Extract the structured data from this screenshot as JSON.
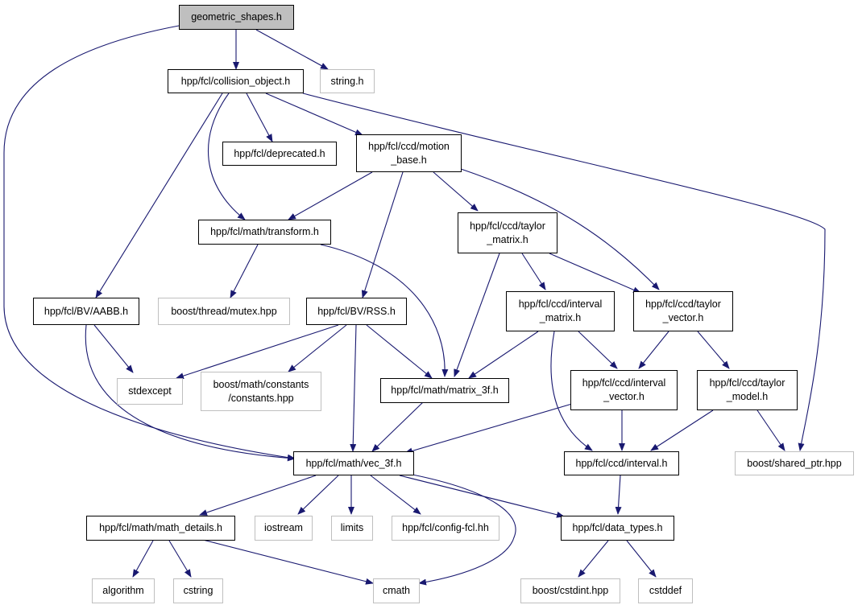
{
  "colors": {
    "edge": "#191970",
    "external_border": "#bfbfbf",
    "root_fill": "#bfbfbf"
  },
  "nodes": {
    "geometric_shapes": "geometric_shapes.h",
    "collision_object": "hpp/fcl/collision_object.h",
    "string_h": "string.h",
    "deprecated": "hpp/fcl/deprecated.h",
    "motion_base": "hpp/fcl/ccd/motion\n_base.h",
    "transform": "hpp/fcl/math/transform.h",
    "taylor_matrix": "hpp/fcl/ccd/taylor\n_matrix.h",
    "boost_mutex": "boost/thread/mutex.hpp",
    "aabb": "hpp/fcl/BV/AABB.h",
    "rss": "hpp/fcl/BV/RSS.h",
    "interval_matrix": "hpp/fcl/ccd/interval\n_matrix.h",
    "taylor_vector": "hpp/fcl/ccd/taylor\n_vector.h",
    "stdexcept": "stdexcept",
    "boost_constants": "boost/math/constants\n/constants.hpp",
    "matrix_3f": "hpp/fcl/math/matrix_3f.h",
    "interval_vector": "hpp/fcl/ccd/interval\n_vector.h",
    "taylor_model": "hpp/fcl/ccd/taylor\n_model.h",
    "vec_3f": "hpp/fcl/math/vec_3f.h",
    "interval": "hpp/fcl/ccd/interval.h",
    "boost_shared_ptr": "boost/shared_ptr.hpp",
    "math_details": "hpp/fcl/math/math_details.h",
    "iostream": "iostream",
    "limits": "limits",
    "config_fcl": "hpp/fcl/config-fcl.hh",
    "data_types": "hpp/fcl/data_types.h",
    "algorithm": "algorithm",
    "cstring": "cstring",
    "cmath": "cmath",
    "boost_cstdint": "boost/cstdint.hpp",
    "cstddef": "cstddef"
  }
}
